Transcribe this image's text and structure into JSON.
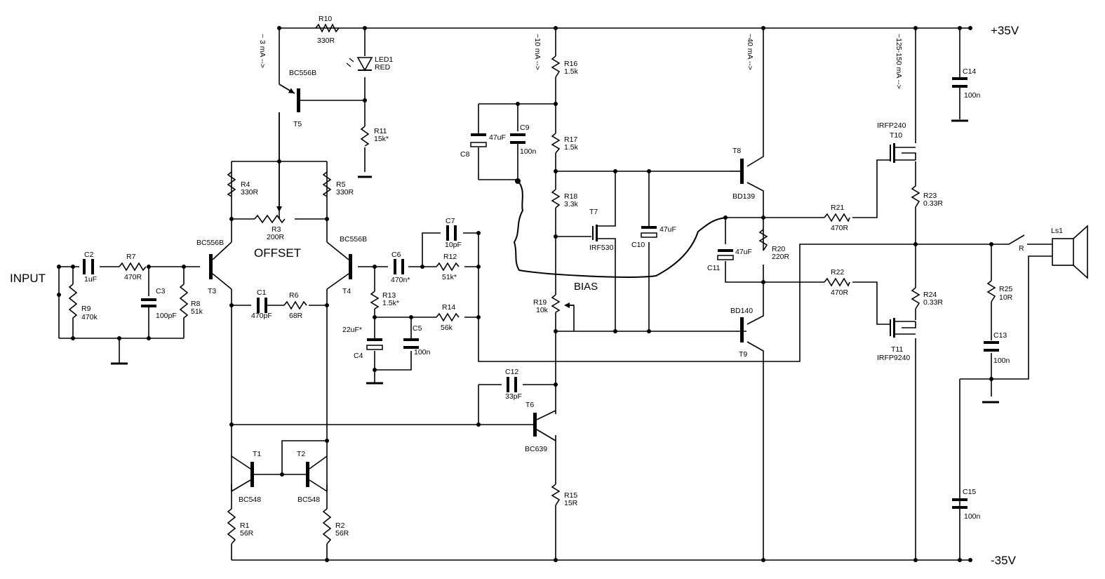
{
  "rails": {
    "positive": "+35V",
    "negative": "-35V"
  },
  "labels": {
    "input": "INPUT",
    "offset": "OFFSET",
    "bias": "BIAS",
    "speaker_pin": "R"
  },
  "currents": {
    "stage1": "~ 3 mA -->",
    "stage2": "~10 mA -->",
    "stage3": "~40 mA -->",
    "stage4": "~125-150 mA -->"
  },
  "resistors": {
    "R1": {
      "name": "R1",
      "value": "56R"
    },
    "R2": {
      "name": "R2",
      "value": "56R"
    },
    "R3": {
      "name": "R3",
      "value": "200R"
    },
    "R4": {
      "name": "R4",
      "value": "330R"
    },
    "R5": {
      "name": "R5",
      "value": "330R"
    },
    "R6": {
      "name": "R6",
      "value": "68R"
    },
    "R7": {
      "name": "R7",
      "value": "470R"
    },
    "R8": {
      "name": "R8",
      "value": "51k"
    },
    "R9": {
      "name": "R9",
      "value": "470k"
    },
    "R10": {
      "name": "R10",
      "value": "330R"
    },
    "R11": {
      "name": "R11",
      "value": "15k*"
    },
    "R12": {
      "name": "R12",
      "value": "51k*"
    },
    "R13": {
      "name": "R13",
      "value": "1.5k*"
    },
    "R14": {
      "name": "R14",
      "value": "56k"
    },
    "R15": {
      "name": "R15",
      "value": "15R"
    },
    "R16": {
      "name": "R16",
      "value": "1.5k"
    },
    "R17": {
      "name": "R17",
      "value": "1.5k"
    },
    "R18": {
      "name": "R18",
      "value": "3.3k"
    },
    "R19": {
      "name": "R19",
      "value": "10k"
    },
    "R20": {
      "name": "R20",
      "value": "220R"
    },
    "R21": {
      "name": "R21",
      "value": "470R"
    },
    "R22": {
      "name": "R22",
      "value": "470R"
    },
    "R23": {
      "name": "R23",
      "value": "0.33R"
    },
    "R24": {
      "name": "R24",
      "value": "0.33R"
    },
    "R25": {
      "name": "R25",
      "value": "10R"
    }
  },
  "capacitors": {
    "C1": {
      "name": "C1",
      "value": "470pF"
    },
    "C2": {
      "name": "C2",
      "value": "1uF"
    },
    "C3": {
      "name": "C3",
      "value": "100pF"
    },
    "C4": {
      "name": "C4",
      "value": "22uF*"
    },
    "C5": {
      "name": "C5",
      "value": "100n"
    },
    "C6": {
      "name": "C6",
      "value": "470n*"
    },
    "C7": {
      "name": "C7",
      "value": "10pF"
    },
    "C8": {
      "name": "C8",
      "value": "47uF"
    },
    "C9": {
      "name": "C9",
      "value": "100n"
    },
    "C10": {
      "name": "C10",
      "value": "47uF"
    },
    "C11": {
      "name": "C11",
      "value": "47uF"
    },
    "C12": {
      "name": "C12",
      "value": "33pF"
    },
    "C13": {
      "name": "C13",
      "value": "100n"
    },
    "C14": {
      "name": "C14",
      "value": "100n"
    },
    "C15": {
      "name": "C15",
      "value": "100n"
    }
  },
  "transistors": {
    "T1": {
      "name": "T1",
      "type": "BC548"
    },
    "T2": {
      "name": "T2",
      "type": "BC548"
    },
    "T3": {
      "name": "T3",
      "type": "BC556B"
    },
    "T4": {
      "name": "T4",
      "type": "BC556B"
    },
    "T5": {
      "name": "T5",
      "type": "BC556B"
    },
    "T6": {
      "name": "T6",
      "type": "BC639"
    },
    "T7": {
      "name": "T7",
      "type": "IRF530"
    },
    "T8": {
      "name": "T8",
      "type": "BD139"
    },
    "T9": {
      "name": "T9",
      "type": "BD140"
    },
    "T10": {
      "name": "T10",
      "type": "IRFP240"
    },
    "T11": {
      "name": "T11",
      "type": "IRFP9240"
    }
  },
  "led": {
    "name": "LED1",
    "color": "RED"
  },
  "speaker": {
    "name": "Ls1"
  }
}
